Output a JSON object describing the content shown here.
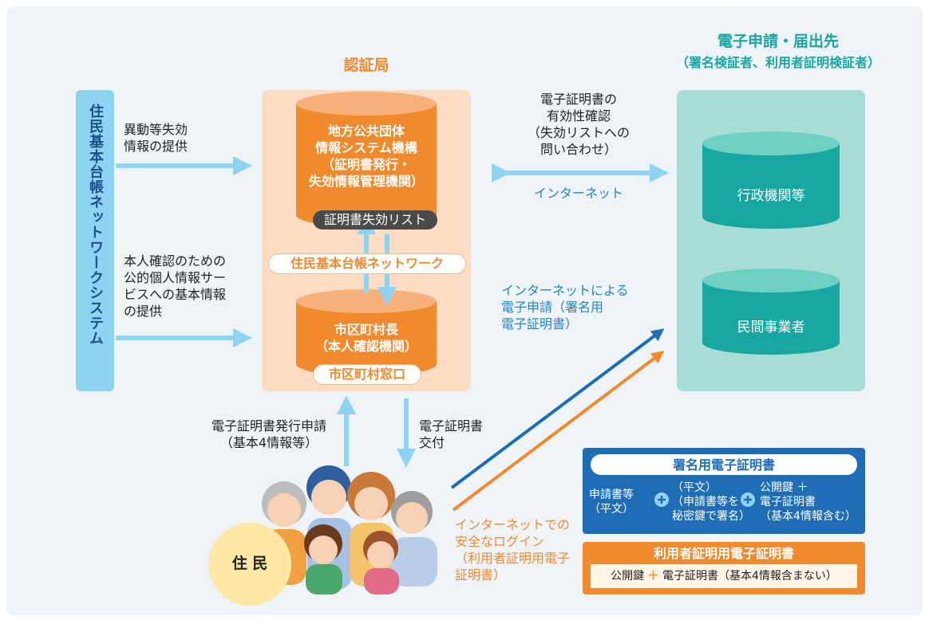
{
  "colors": {
    "orange": "#f08a2c",
    "blue": "#2185c7",
    "teal": "#18a7a0",
    "light_blue": "#8fd3f3",
    "peach": "#fcdcc3",
    "mint": "#a8ddd6",
    "dark_blue": "#1e6db5"
  },
  "left_system": {
    "label": "住民基本台帳ネットワークシステム"
  },
  "left_texts": {
    "top": "異動等失効\n情報の提供",
    "bottom": "本人確認のための\n公的個人情報サー\nビスへの基本情報\nの提供"
  },
  "ca": {
    "title": "認証局",
    "jlis": "地方公共団体\n情報システム機構\n（証明書発行・\n失効情報管理機関）",
    "revocation_list": "証明書失効リスト",
    "network": "住民基本台帳ネットワーク",
    "mayor": "市区町村長\n（本人確認機関）",
    "window": "市区町村窓口"
  },
  "middle": {
    "validity": "電子証明書の\n有効性確認\n（失効リストへの\n問い合わせ）",
    "internet": "インターネット",
    "internet_app": "インターネットによる\n電子申請（署名用\n電子証明書）",
    "issue_request": "電子証明書発行申請\n（基本4情報等）",
    "issue": "電子証明書\n交付",
    "login": "インターネットでの\n安全なログイン\n（利用者証明用電子\n証明書）"
  },
  "destination": {
    "title": "電子申請・届出先",
    "subtitle": "（署名検証者、利用者証明検証者）",
    "gov": "行政機関等",
    "private": "民間事業者"
  },
  "residents": {
    "label": "住 民"
  },
  "signing_cert": {
    "title": "署名用電子証明書",
    "item1": "申請書等\n（平文）",
    "item2": "（平文）\n（申請書等を\n秘密鍵で署名）",
    "item3": "公開鍵 ＋\n電子証明書\n（基本4情報含む）"
  },
  "user_cert": {
    "title": "利用者証明用電子証明書",
    "public_key": "公開鍵",
    "plus": "＋",
    "cert": "電子証明書（基本4情報含まない）"
  }
}
